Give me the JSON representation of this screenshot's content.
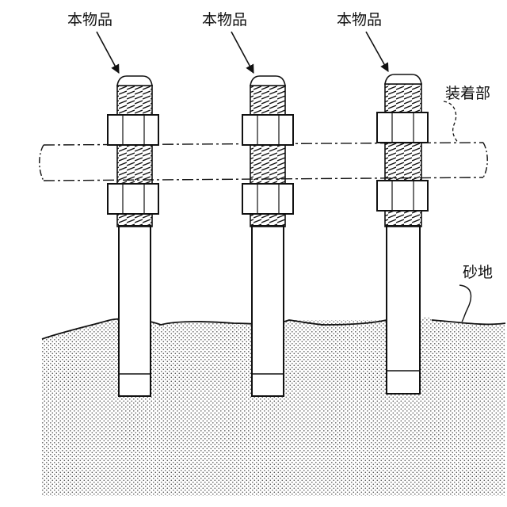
{
  "labels": {
    "product": "本物品",
    "mount": "装着部",
    "sand": "砂地"
  },
  "callouts": [
    {
      "text_key": "product"
    },
    {
      "text_key": "product"
    },
    {
      "text_key": "product"
    },
    {
      "text_key": "mount"
    },
    {
      "text_key": "sand"
    }
  ],
  "colors": {
    "ink": "#111111",
    "stipple": "#555555",
    "background": "#ffffff"
  }
}
